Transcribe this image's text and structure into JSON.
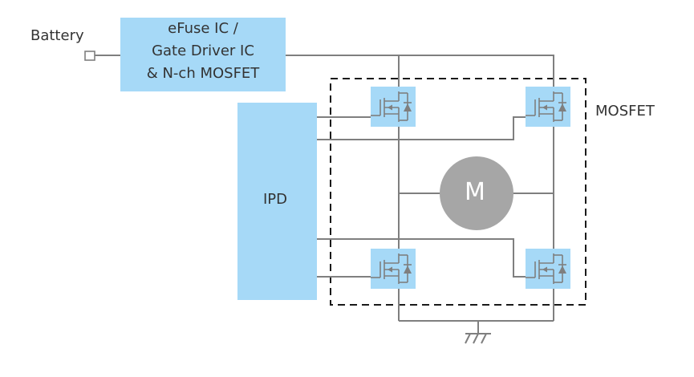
{
  "labels": {
    "battery": "Battery",
    "efuse_line1": "eFuse IC /",
    "efuse_line2": "Gate Driver IC",
    "efuse_line3": "& N-ch MOSFET",
    "ipd": "IPD",
    "mosfet": "MOSFET",
    "motor": "M"
  },
  "colors": {
    "block_fill": "#a6d9f7",
    "wire": "#7f7f7f",
    "motor_fill": "#a6a6a6",
    "dashed_border": "#1a1a1a",
    "text": "#333333"
  }
}
